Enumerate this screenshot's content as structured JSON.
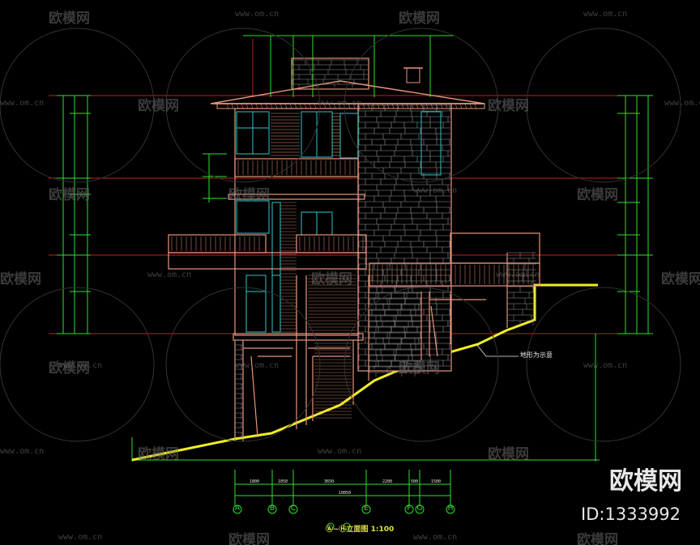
{
  "watermarks": {
    "brand_text": "欧模网",
    "url_text": "www.om.cn"
  },
  "brand": {
    "logo_text": "欧模网",
    "id_text": "ID:1333992"
  },
  "drawing": {
    "title": "Ⓐ~Ⓗ立面图  1:100",
    "terrain_note": "地形为示意",
    "axis_labels": [
      "A",
      "B",
      "C",
      "E",
      "F",
      "G",
      "H"
    ],
    "bottom_dims": [
      "1800",
      "1050",
      "3650",
      "2200",
      "500",
      "1500"
    ],
    "total_dim": "10850",
    "colors": {
      "building": "#e8967c",
      "glass": "#2ec8c8",
      "level_line": "#d02020",
      "dimension": "#2fe02f",
      "terrain": "#f0f020",
      "stone": "#c0c0c0"
    }
  }
}
